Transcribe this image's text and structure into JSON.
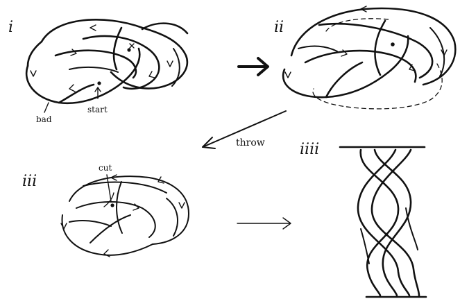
{
  "panels": {
    "p1": {
      "label": "i",
      "annotations": {
        "start": "start",
        "bad": "bad"
      }
    },
    "p2": {
      "label": "ii"
    },
    "p3": {
      "label": "iii",
      "annotations": {
        "cut": "cut"
      }
    },
    "p4": {
      "label": "iiii"
    }
  },
  "arrows": {
    "throw": "throw"
  }
}
